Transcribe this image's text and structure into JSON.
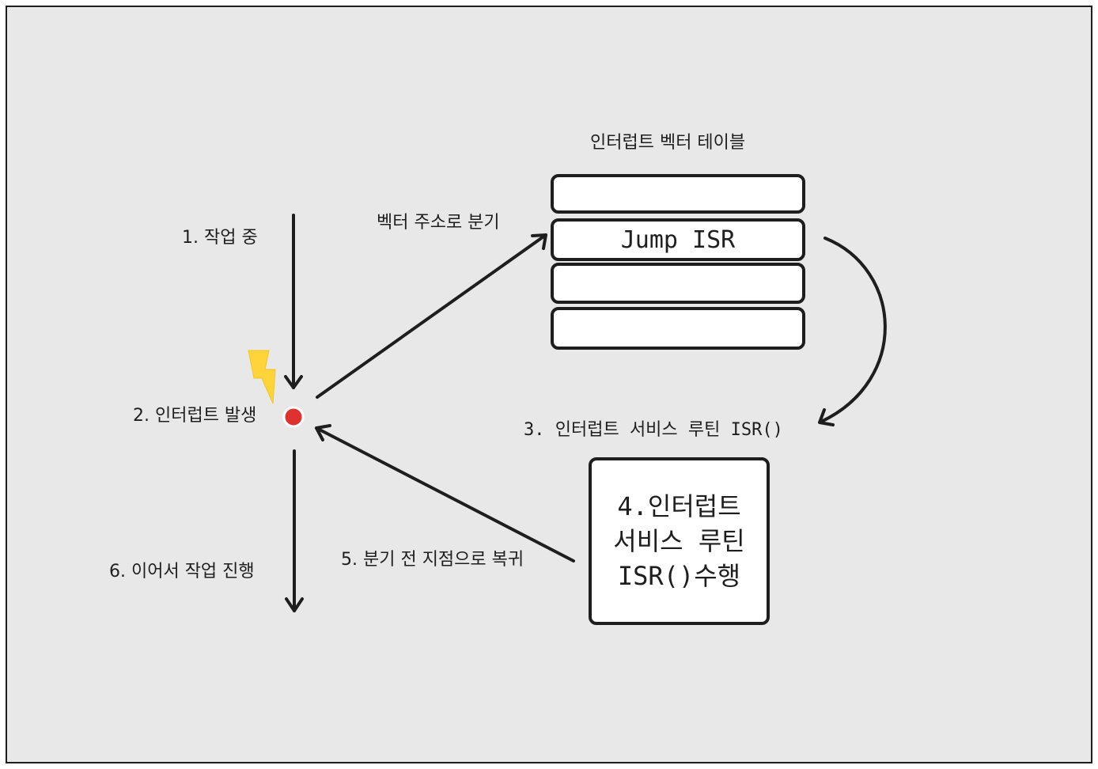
{
  "title": "인터럽트 벡터 테이블",
  "steps": {
    "s1": "1. 작업 중",
    "s2": "2. 인터럽트 발생",
    "s3": "3. 인터럽트 서비스 루틴 ISR()",
    "s5": "5. 분기 전 지점으로 복귀",
    "s6": "6. 이어서 작업 진행"
  },
  "branch_label": "벡터 주소로 분기",
  "vector_table": {
    "rows": [
      "",
      "Jump ISR",
      "",
      ""
    ]
  },
  "isr_box": {
    "lines": [
      "4.인터럽트",
      "서비스 루틴",
      "ISR()수행"
    ]
  },
  "colors": {
    "background": "#e8e8e8",
    "stroke": "#1e1e1e",
    "interrupt_dot": "#e03131",
    "lightning": "#ffd43b"
  },
  "icons": {
    "lightning": "lightning-bolt-icon",
    "dot": "interrupt-point-dot"
  }
}
